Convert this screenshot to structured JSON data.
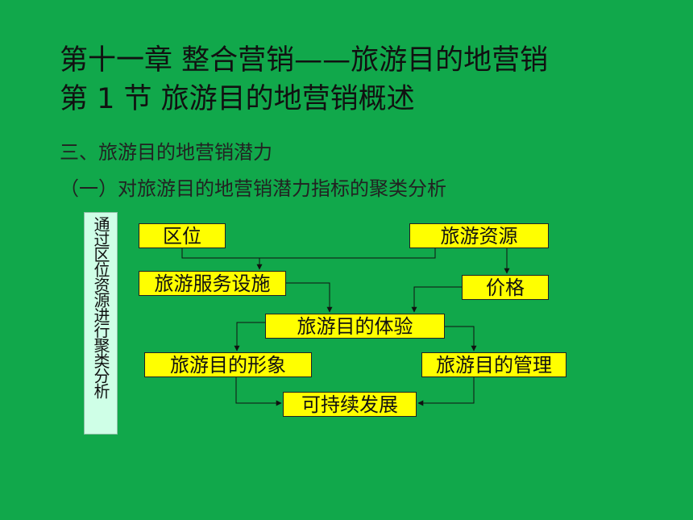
{
  "slide": {
    "title_line1": "第十一章 整合营销——旅游目的地营销",
    "title_line2": "第 1 节 旅游目的地营销概述",
    "subtitle_line1": "三、旅游目的地营销潜力",
    "subtitle_line2": "（一）对旅游目的地营销潜力指标的聚类分析",
    "side_label": "通过区位资源进行聚类分析"
  },
  "flowchart": {
    "nodes": {
      "quwei": "区位",
      "ziyuan": "旅游资源",
      "fuwu": "旅游服务设施",
      "jiage": "价格",
      "tiyan": "旅游目的体验",
      "xingxiang": "旅游目的形象",
      "guanli": "旅游目的管理",
      "kechixu": "可持续发展"
    }
  },
  "colors": {
    "background": "#11A84B",
    "node_fill": "#FFFF00",
    "side_box_fill": "#CFFFE7"
  }
}
